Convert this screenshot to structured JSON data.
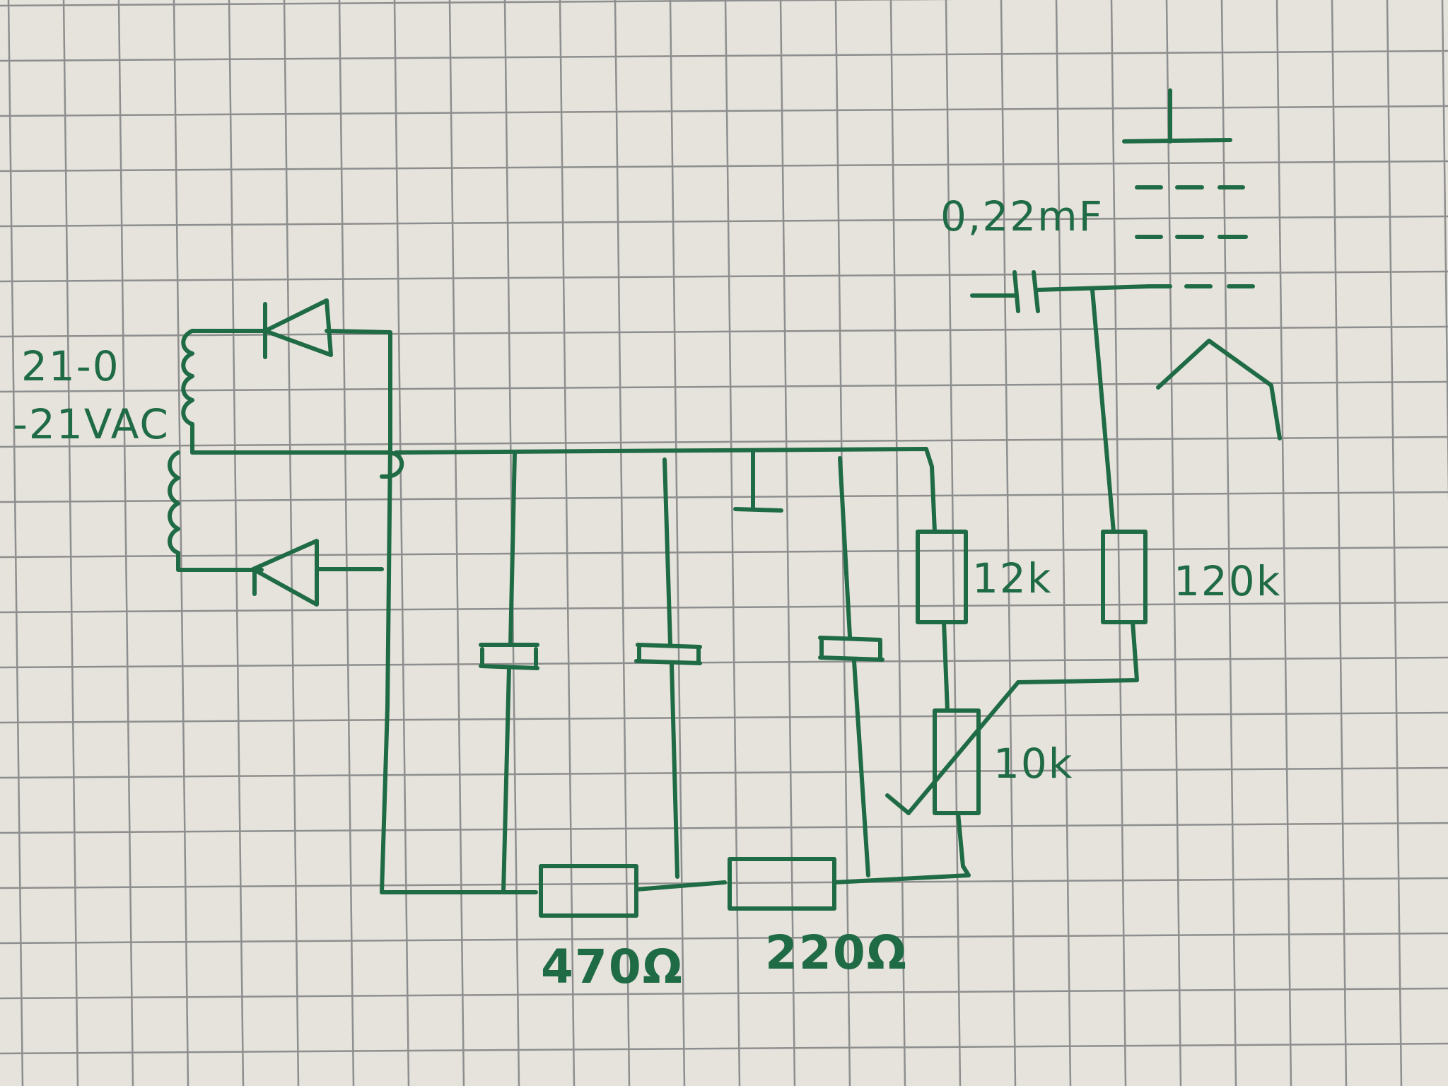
{
  "labels": {
    "transformer_top": "21-0",
    "transformer_bottom": "-21VAC",
    "coupling_cap": "0,22mF",
    "r12k": "12k",
    "r120k": "120k",
    "pot10k": "10k",
    "r470": "470Ω",
    "r220": "220Ω"
  },
  "colors": {
    "paper": "#e6e2dc",
    "grid": "#8d8f8e",
    "ink": "#1f6b45"
  }
}
